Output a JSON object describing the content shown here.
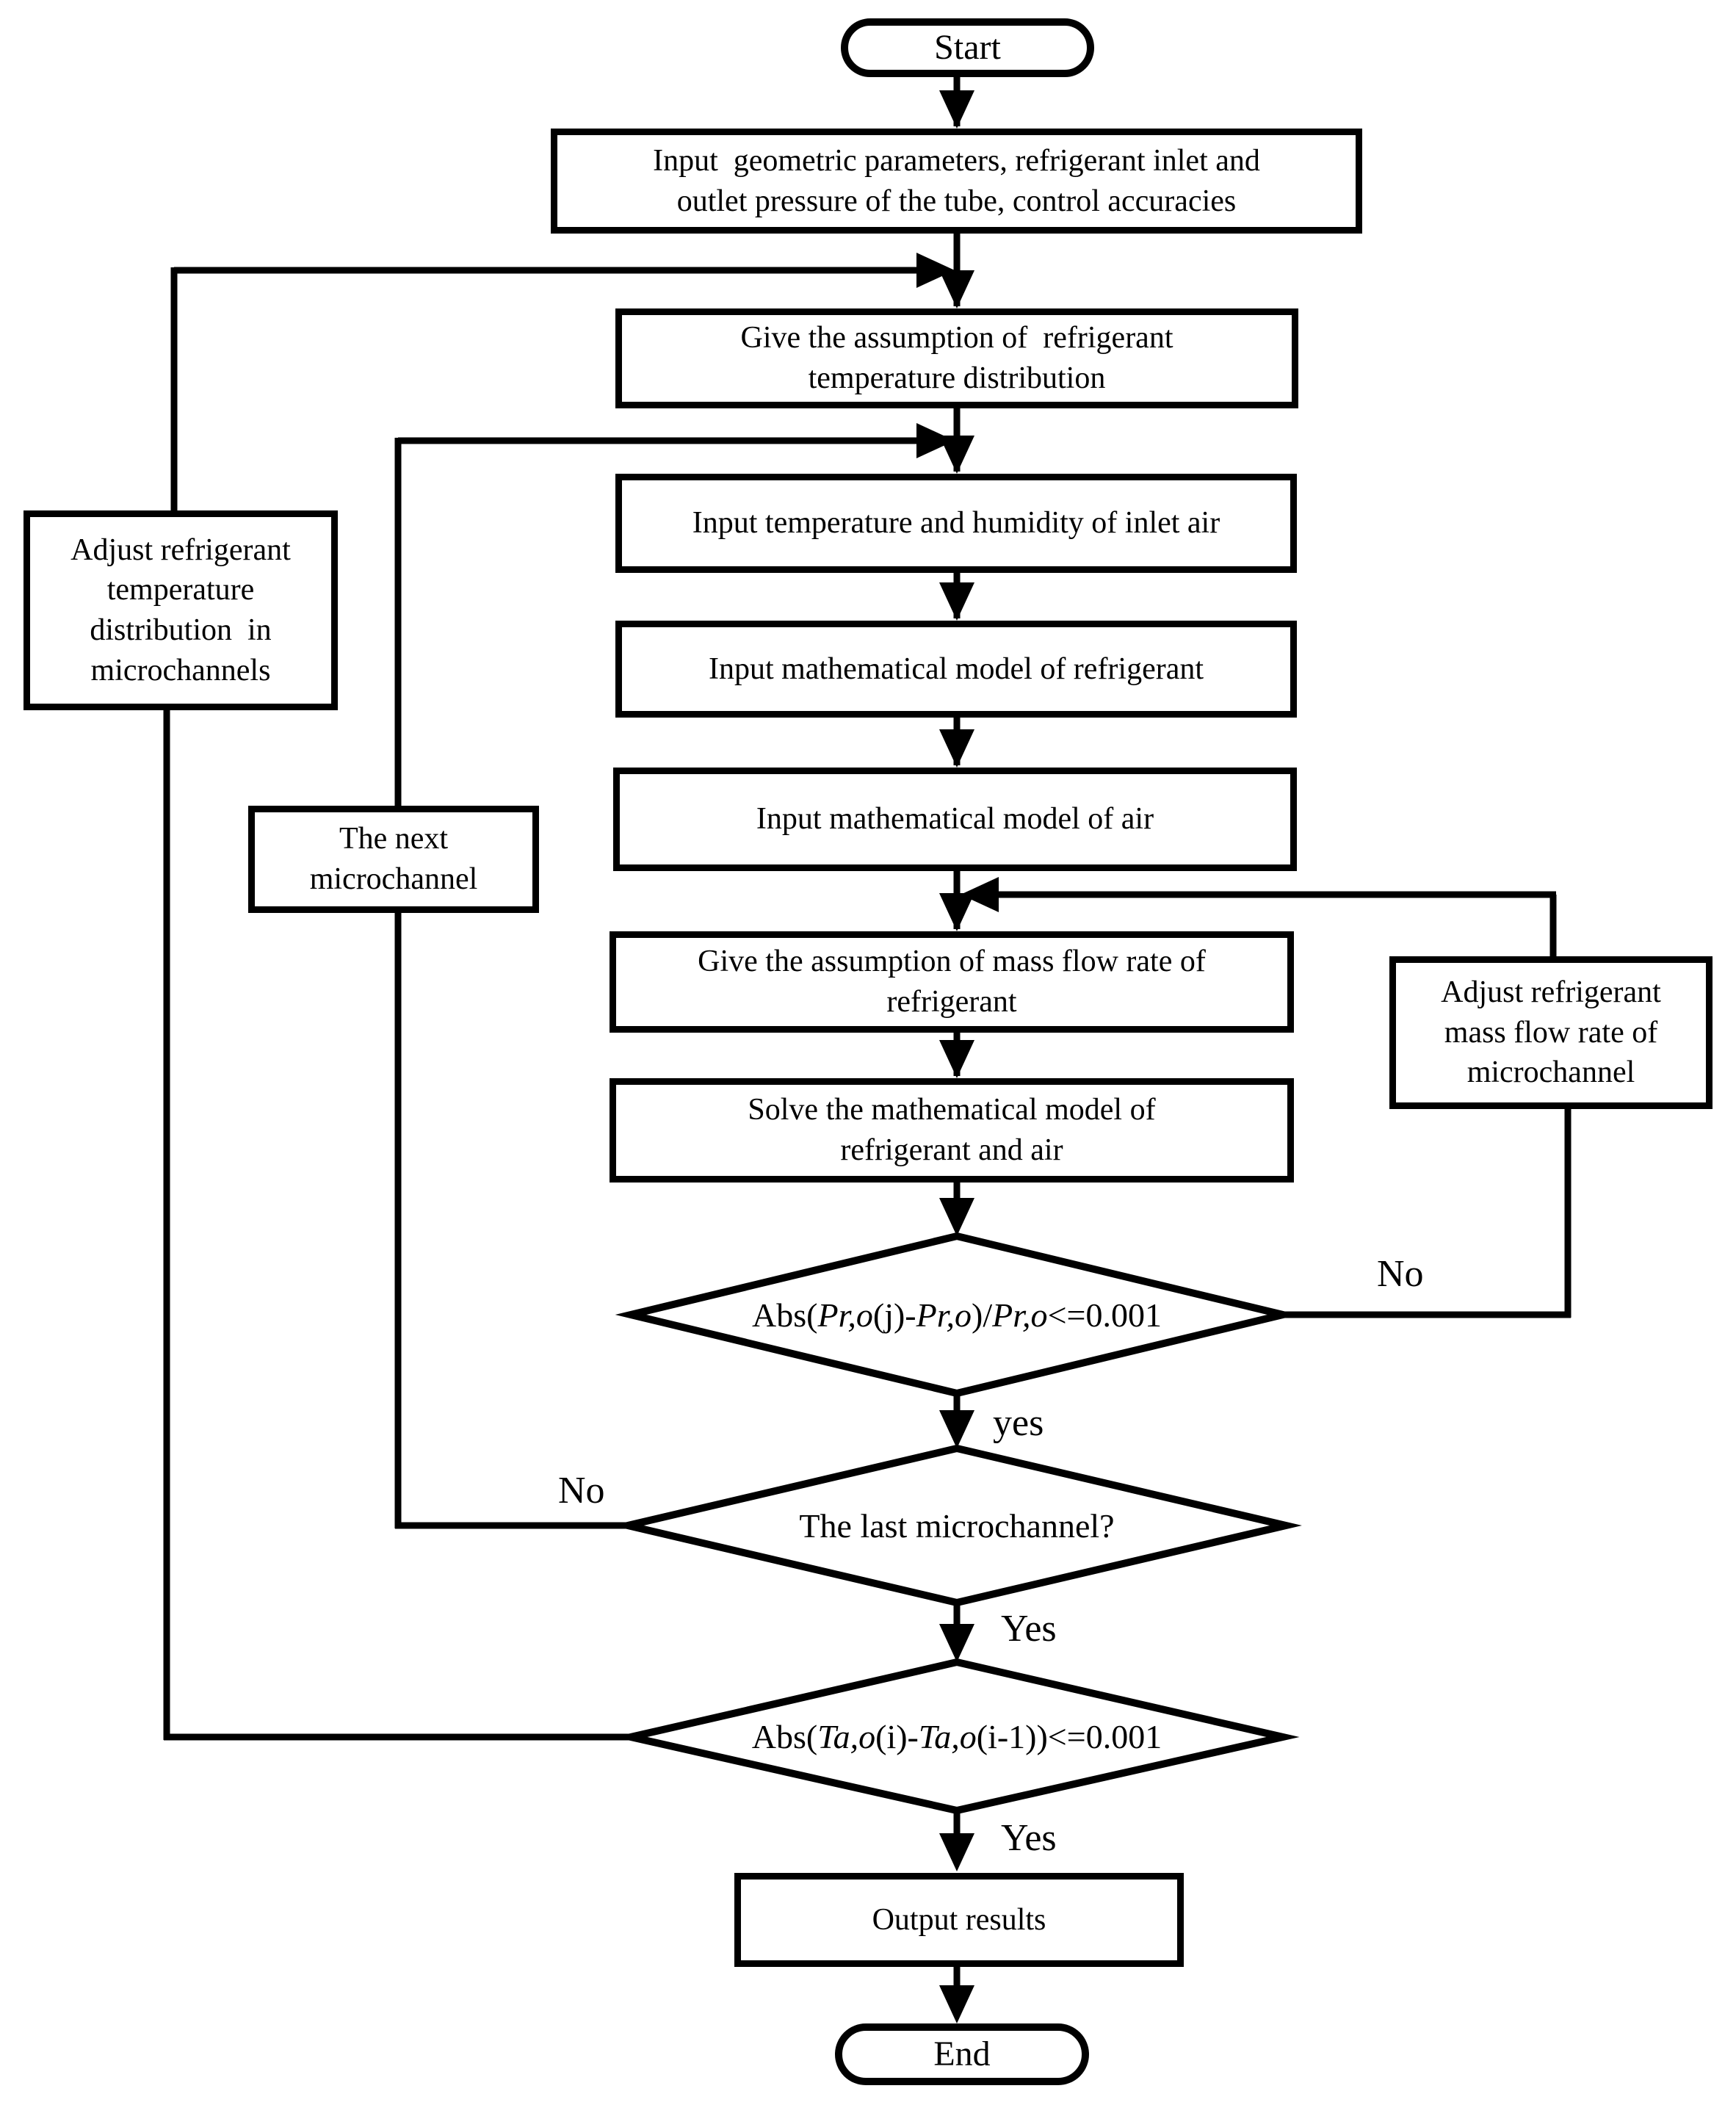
{
  "flowchart": {
    "nodes": {
      "start": "Start",
      "input_parameters": "Input  geometric parameters, refrigerant inlet and\noutlet pressure of the tube, control accuracies",
      "assume_temperature": "Give the assumption of  refrigerant\ntemperature distribution",
      "input_inlet_air": "Input temperature and humidity of inlet air",
      "input_model_refrigerant": "Input mathematical model of refrigerant",
      "input_model_air": "Input mathematical model of air",
      "assume_mass_flow": "Give the assumption of mass flow rate of\nrefrigerant",
      "solve_models": "Solve the mathematical model of\nrefrigerant and air",
      "decision_pressure_html": "Abs(<i>Pr,o</i>(j)-<i>Pr,o</i>)/<i>Pr,o</i>&lt;=0.001",
      "decision_last_microchannel": "The last microchannel?",
      "decision_air_temp_html": "Abs(<i>Ta,o</i>(i)-<i>Ta,o</i>(i-1))&lt;=0.001",
      "adjust_temperature": "Adjust refrigerant\ntemperature\ndistribution  in\nmicrochannels",
      "next_microchannel": "The next\nmicrochannel",
      "adjust_mass_flow": "Adjust refrigerant\nmass flow rate of\nmicrochannel",
      "output_results": "Output results",
      "end": "End"
    },
    "edge_labels": {
      "pressure_yes": "yes",
      "pressure_no": "No",
      "last_no": "No",
      "last_yes": "Yes",
      "air_temp_yes": "Yes"
    },
    "colors": {
      "line": "#000000",
      "fill": "#ffffff",
      "background": "#ffffff"
    }
  }
}
